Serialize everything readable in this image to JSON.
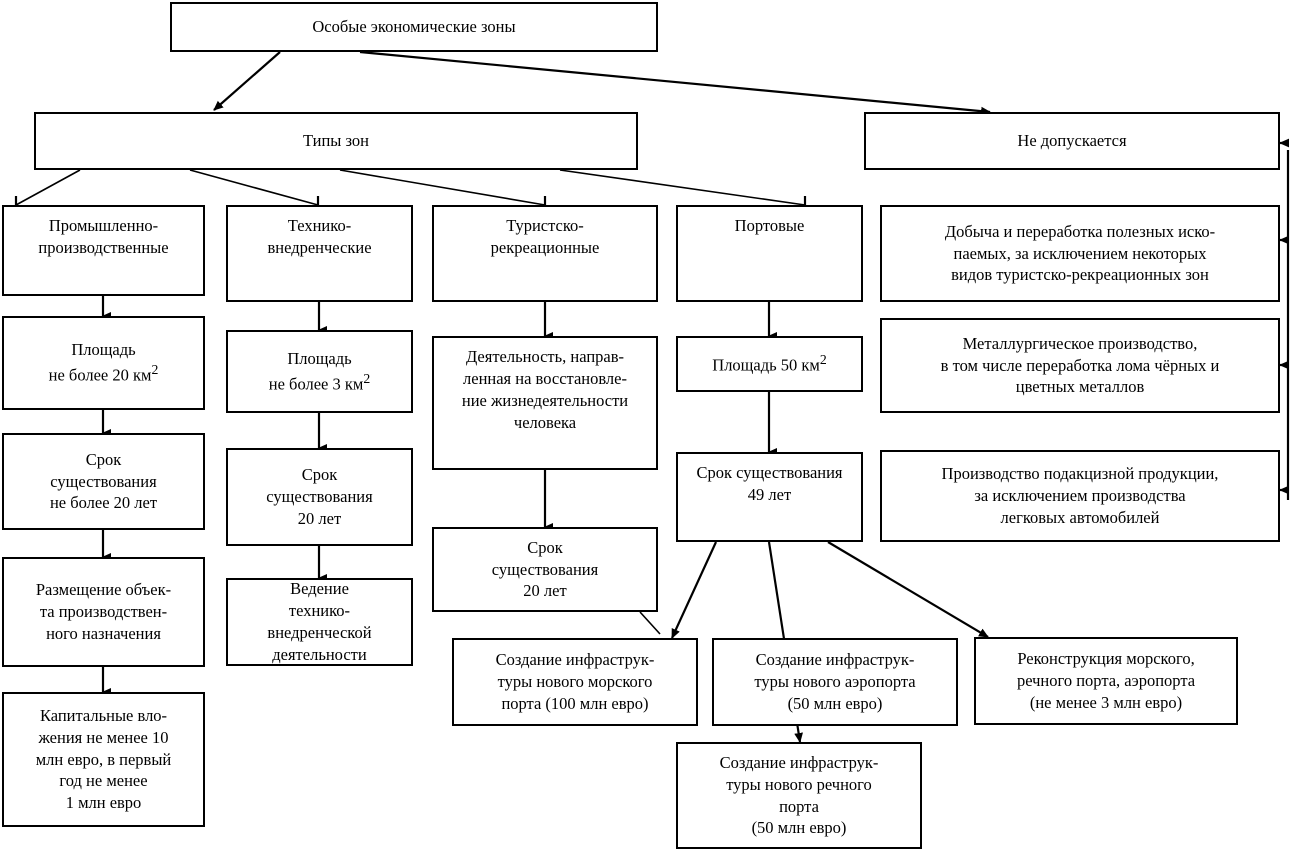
{
  "diagram": {
    "title": "Особые экономические зоны",
    "language": "ru",
    "root": "Особые экономические зоны",
    "branches": {
      "types": "Типы зон",
      "prohibited": "Не допускается"
    },
    "zone_types": [
      "Промышленно-\nпроизводственные",
      "Технико-\nвнедренческие",
      "Туристско-\nрекреационные",
      "Портовые"
    ],
    "industrial_chain": [
      "Площадь\nне более 20 км",
      "Срок\nсуществования\nне более 20 лет",
      "Размещение объек-\nта производствен-\nного назначения",
      "Капитальные вло-\nжения не менее 10\nмлн евро, в первый\nгод не менее\n1 млн евро"
    ],
    "technical_chain": [
      "Площадь\nне более 3 км",
      "Срок\nсуществования\n20 лет",
      "Ведение\nтехнико-\nвнедренческой\nдеятельности"
    ],
    "tourist_chain": [
      "Деятельность, направ-\nленная на восстановле-\nние жизнедеятельности\nчеловека",
      "Срок\nсуществования\n20 лет"
    ],
    "port_chain": [
      "Площадь 50 км",
      "Срок существования\n49 лет"
    ],
    "port_investments": [
      "Создание инфраструк-\nтуры нового морского\nпорта (100 млн евро)",
      "Создание инфраструк-\nтуры нового аэропорта\n(50 млн евро)",
      "Реконструкция морского,\nречного порта, аэропорта\n(не менее 3 млн евро)",
      "Создание инфраструк-\nтуры нового речного\nпорта\n(50 млн евро)"
    ],
    "prohibitions": [
      "Добыча и переработка полезных иско-\nпаемых, за исключением некоторых\nвидов туристско-рекреационных зон",
      "Металлургическое производство,\nв том числе переработка лома чёрных и\nцветных металлов",
      "Производство подакцизной продукции,\nза исключением производства\nлегковых автомобилей"
    ],
    "units": {
      "square_superscript": "2"
    },
    "colors": {
      "stroke": "#000000",
      "background": "#ffffff"
    }
  }
}
